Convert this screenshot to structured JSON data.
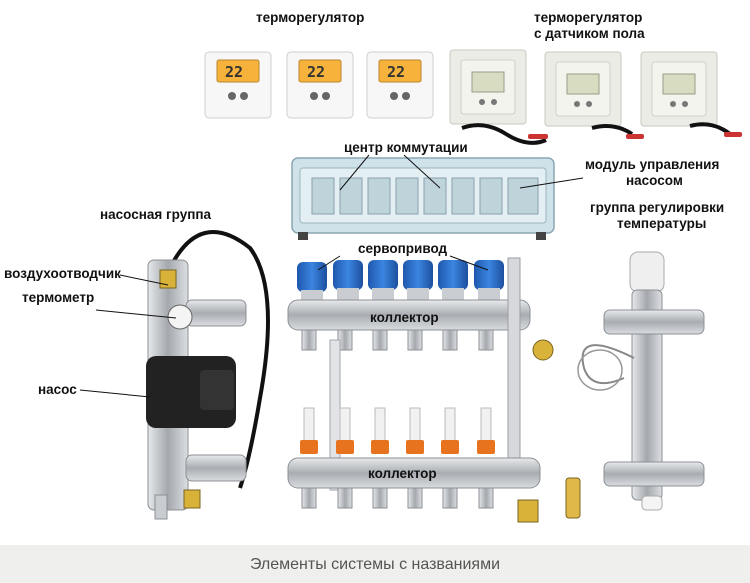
{
  "labels": {
    "thermostat": "терморегулятор",
    "thermostat_floor_line1": "терморегулятор",
    "thermostat_floor_line2": "с датчиком пола",
    "switch_center": "центр коммутации",
    "pump_module_line1": "модуль управления",
    "pump_module_line2": "насосом",
    "pump_group": "насосная группа",
    "temp_group_line1": "группа регулировки",
    "temp_group_line2": "температуры",
    "servo": "сервопривод",
    "air_vent": "воздухоотводчик",
    "thermometer": "термометр",
    "collector_top": "коллектор",
    "collector_bottom": "коллектор",
    "pump": "насос"
  },
  "displays": [
    "22",
    "22",
    "22"
  ],
  "caption": "Элементы системы с названиями",
  "colors": {
    "servo_blue": "#2f6fc8",
    "flow_meter_orange": "#e8731e",
    "lcd_orange": "#f6b23a",
    "metal": "#b8bcc0",
    "pump_black": "#222222"
  }
}
